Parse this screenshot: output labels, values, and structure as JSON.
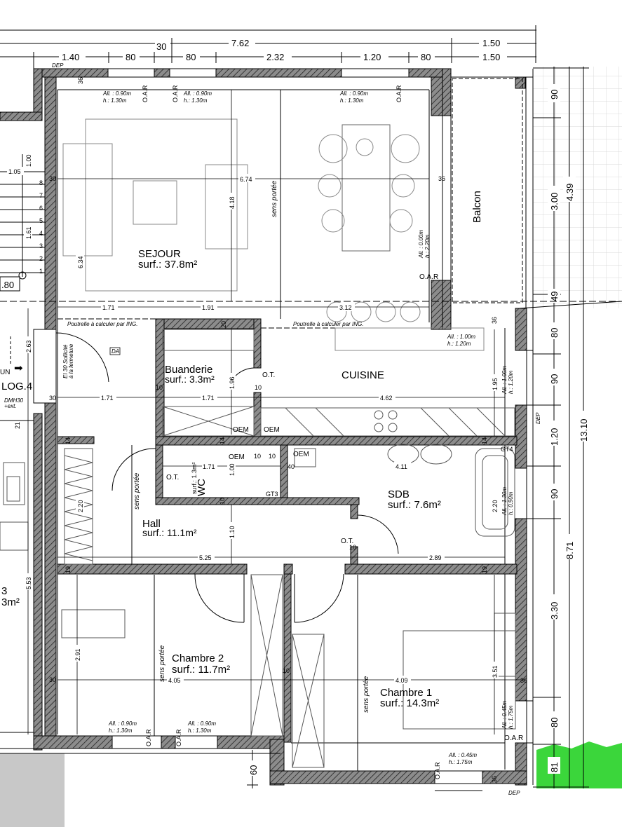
{
  "rooms": {
    "sejour": {
      "name": "SEJOUR",
      "surface": "surf.: 37.8m²"
    },
    "balcon": {
      "name": "Balcon"
    },
    "cuisine": {
      "name": "CUISINE"
    },
    "buanderie": {
      "name": "Buanderie",
      "surface": "surf.: 3.3m²"
    },
    "wc": {
      "name": "WC",
      "surface": "surf.: 1.3m²"
    },
    "sdb": {
      "name": "SDB",
      "surface": "surf.: 7.6m²"
    },
    "hall": {
      "name": "Hall",
      "surface": "surf.: 11.1m²"
    },
    "chambre2": {
      "name": "Chambre 2",
      "surface": "surf.: 11.7m²"
    },
    "chambre1": {
      "name": "Chambre 1",
      "surface": "surf.: 14.3m²"
    },
    "left_room": {
      "name": "3",
      "surface": "3m²"
    }
  },
  "top_dimensions": {
    "overall": "7.62",
    "overall_right": "1.50",
    "thirty": "30",
    "row2": [
      "1.40",
      "80",
      "80",
      "2.32",
      "1.20",
      "80",
      "1.50"
    ]
  },
  "right_dimensions": {
    "col1": [
      "90",
      "3.00",
      "49",
      "80",
      "90",
      "1.20",
      "90",
      "3.30",
      "80",
      "81"
    ],
    "col2": [
      "4.39",
      "8.71"
    ],
    "col3": [
      "13.10"
    ]
  },
  "bottom_dimension": "60",
  "interior_dimensions": {
    "sejour_width": "6.74",
    "sejour_depth": "4.18",
    "row_171a": "1.71",
    "row_191": "1.91",
    "row_312": "3.12",
    "hall_171": "1.71",
    "buand_171": "1.71",
    "cuisine_462": "4.62",
    "wc_171": "1.71",
    "sdb_411": "4.11",
    "hall_525": "5.25",
    "sdb_289": "2.89",
    "ch2_405": "4.05",
    "ch1_409": "4.09",
    "v_634": "6.34",
    "v_263": "2.63",
    "v_196": "1.96",
    "v_110": "1.10",
    "v_553": "5.53",
    "v_291": "2.91",
    "v_351": "3.51",
    "v_195": "1.95",
    "v_220a": "2.20",
    "v_220b": "2.20",
    "v_100": "1.00",
    "v_161": "1.61",
    "v_105": "1.05",
    "v_100b": "1.00",
    "forty": "40"
  },
  "wall_marks": [
    "36",
    "30",
    "30",
    "30",
    "36",
    "20",
    "10",
    "10",
    "14",
    "14",
    "14",
    "19",
    "19",
    "10",
    "10",
    "36",
    "36",
    "36",
    "21",
    "10",
    "10",
    "10"
  ],
  "window_notes": {
    "w1": [
      "All. : 0.90m",
      "h.: 1.30m"
    ],
    "w2": [
      "All. : 0.90m",
      "h.: 1.30m"
    ],
    "w3": [
      "All. : 0.90m",
      "h.: 1.30m"
    ],
    "w4": [
      "All. : 0.00m",
      "h.: 2.20m"
    ],
    "w5": [
      "All. : 1.00m",
      "h.: 1.20m"
    ],
    "w6": [
      "All. : 1.00m",
      "h.: 1.20m"
    ],
    "w7": [
      "All. : 1.30m",
      "h.: 0.90m"
    ],
    "w8": [
      "All. : 0.45m",
      "h.: 1.75m"
    ],
    "w9": [
      "All. : 0.90m",
      "h.: 1.30m"
    ],
    "w10": [
      "All. : 0.90m",
      "h.: 1.30m"
    ],
    "w11": [
      "All. : 0.45m",
      "h.: 1.75m"
    ]
  },
  "annotations": {
    "oar": "O.A.R",
    "ot": "O.T.",
    "oem": "OEM",
    "gt3": "GT3",
    "gt4": "GT4",
    "dep": "DEP",
    "da": "DA",
    "sens_portee": "sens portée",
    "poutrelle": "Poutrelle à calculer par ING.",
    "log": "LOG.4",
    "un": "UN",
    "ei": "EI 30 Sollicité",
    "ferme": "à la fermeture",
    "dmh": "DMH30",
    "ext": "+ext.",
    "left80": ".80",
    "stair_nums": [
      "8",
      "7",
      "6",
      "5",
      "4",
      "3",
      "2",
      "1"
    ]
  },
  "colors": {
    "wall_fill": "#9a9a9a",
    "grass": "#3bd63b",
    "ground": "#c8c8c8"
  }
}
